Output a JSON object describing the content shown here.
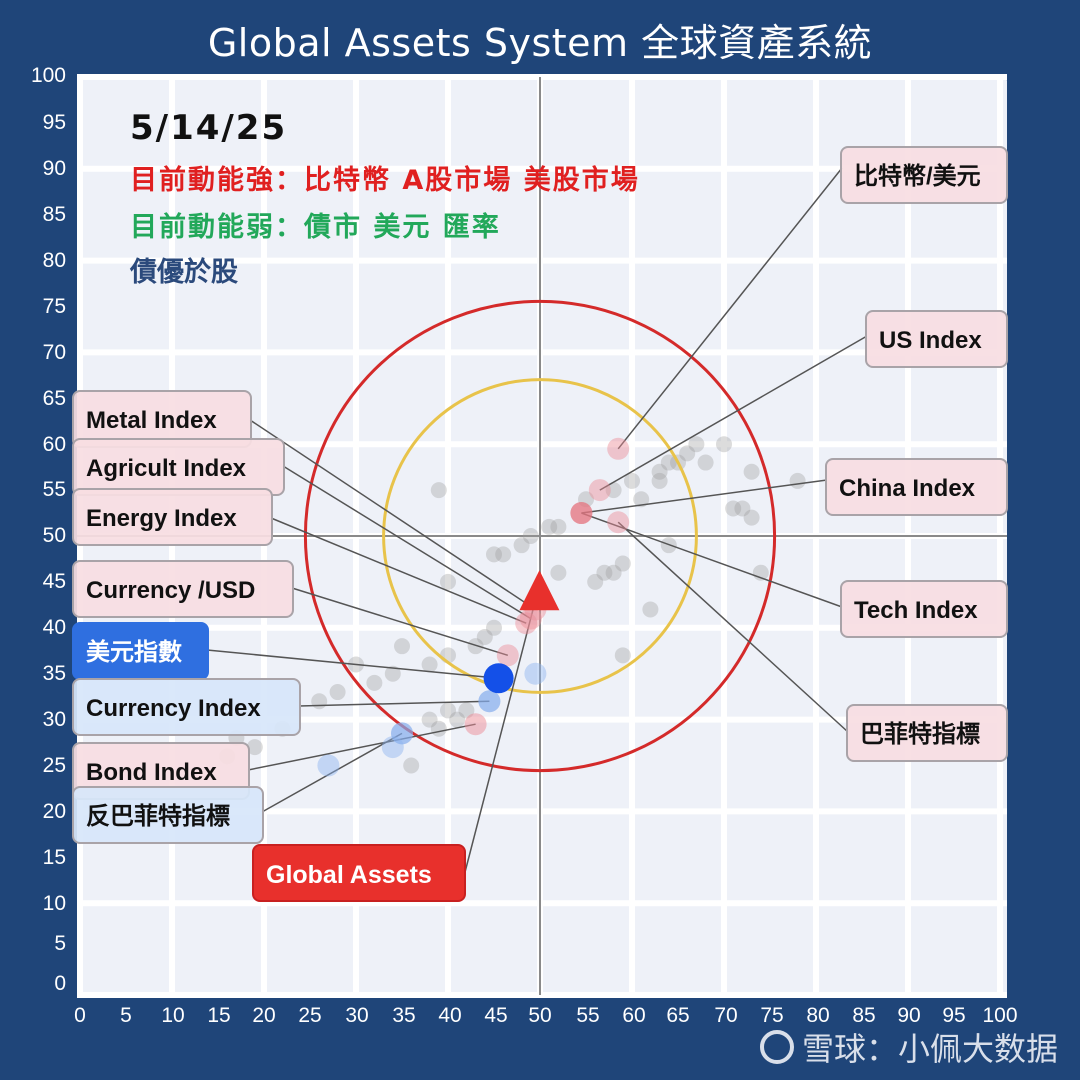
{
  "header": {
    "title": "Global Assets System 全球資產系統"
  },
  "annotations": {
    "date": "5/14/25",
    "strong_momentum": "目前動能強：比特幣 A股市場 美股市場",
    "weak_momentum": "目前動能弱：債市 美元 匯率",
    "conclusion": "債優於股"
  },
  "colors": {
    "background": "#1f4579",
    "plot_bg": "#eef1f8",
    "strong": "#e02020",
    "weak": "#22a85a",
    "note": "#2b4a7c",
    "outer_circle": "#d42a2a",
    "inner_circle": "#e8c34a",
    "global_assets": "#e8302c",
    "usd_index": "#1450e8"
  },
  "labels": {
    "btc_usd": "比特幣/美元",
    "us_index": "US Index",
    "china_index": "China Index",
    "tech_index": "Tech Index",
    "buffett_index": "巴菲特指標",
    "metal_index": "Metal Index",
    "agricult_index": "Agricult Index",
    "energy_index": "Energy Index",
    "currency_usd": "Currency /USD",
    "usd_index": "美元指數",
    "currency_index": "Currency Index",
    "bond_index": "Bond Index",
    "anti_buffett_index": "反巴菲特指標",
    "global_assets": "Global Assets"
  },
  "axes": {
    "y_ticks": [
      "100",
      "95",
      "90",
      "85",
      "80",
      "75",
      "70",
      "65",
      "60",
      "55",
      "50",
      "45",
      "40",
      "35",
      "30",
      "25",
      "20",
      "15",
      "10",
      "5",
      "0"
    ],
    "x_ticks": [
      "0",
      "5",
      "10",
      "15",
      "20",
      "25",
      "30",
      "35",
      "40",
      "45",
      "50",
      "55",
      "60",
      "65",
      "70",
      "75",
      "80",
      "85",
      "90",
      "95",
      "100"
    ]
  },
  "watermark": {
    "text": "雪球：小佩大数据"
  },
  "chart_data": {
    "type": "scatter",
    "title": "Global Assets System 全球資產系統",
    "xlabel": "",
    "ylabel": "",
    "xlim": [
      0,
      100
    ],
    "ylim": [
      0,
      100
    ],
    "grid": true,
    "reference_lines": {
      "x": 50,
      "y": 50
    },
    "circles": [
      {
        "name": "outer",
        "center": [
          50,
          50
        ],
        "radius": 25.5,
        "color": "#d42a2a"
      },
      {
        "name": "inner",
        "center": [
          50,
          50
        ],
        "radius": 17,
        "color": "#e8c34a"
      }
    ],
    "series": [
      {
        "name": "比特幣/美元",
        "x": 58.5,
        "y": 59.5,
        "group": "strong"
      },
      {
        "name": "US Index",
        "x": 56.5,
        "y": 55,
        "group": "strong"
      },
      {
        "name": "China Index",
        "x": 54.5,
        "y": 52.5,
        "group": "strong"
      },
      {
        "name": "Tech Index",
        "x": 54.5,
        "y": 52.5,
        "group": "strong"
      },
      {
        "name": "巴菲特指標",
        "x": 58.5,
        "y": 51.5,
        "group": "strong"
      },
      {
        "name": "Metal Index",
        "x": 49.5,
        "y": 42,
        "group": "commodity"
      },
      {
        "name": "Agricult Index",
        "x": 49,
        "y": 41,
        "group": "commodity"
      },
      {
        "name": "Energy Index",
        "x": 48.5,
        "y": 40.5,
        "group": "commodity"
      },
      {
        "name": "Currency /USD",
        "x": 46.5,
        "y": 37,
        "group": "currency"
      },
      {
        "name": "美元指數",
        "x": 45.5,
        "y": 34.5,
        "group": "weak"
      },
      {
        "name": "Currency Index",
        "x": 44.5,
        "y": 32,
        "group": "weak"
      },
      {
        "name": "Bond Index",
        "x": 43,
        "y": 29.5,
        "group": "weak"
      },
      {
        "name": "反巴菲特指標",
        "x": 35,
        "y": 28.5,
        "group": "weak"
      },
      {
        "name": "Global Assets",
        "x": 49.5,
        "y": 43,
        "marker": "triangle"
      }
    ],
    "background_points": [
      [
        16,
        26
      ],
      [
        17,
        28
      ],
      [
        19,
        27
      ],
      [
        22,
        29
      ],
      [
        26,
        32
      ],
      [
        28,
        33
      ],
      [
        30,
        36
      ],
      [
        32,
        34
      ],
      [
        34,
        35
      ],
      [
        35,
        38
      ],
      [
        36,
        25
      ],
      [
        38,
        30
      ],
      [
        38,
        36
      ],
      [
        39,
        29
      ],
      [
        40,
        31
      ],
      [
        40,
        37
      ],
      [
        41,
        30
      ],
      [
        42,
        31
      ],
      [
        43,
        38
      ],
      [
        44,
        39
      ],
      [
        45,
        40
      ],
      [
        40,
        45
      ],
      [
        45,
        48
      ],
      [
        46,
        48
      ],
      [
        48,
        49
      ],
      [
        49,
        50
      ],
      [
        51,
        51
      ],
      [
        52,
        51
      ],
      [
        52,
        46
      ],
      [
        55,
        54
      ],
      [
        56,
        45
      ],
      [
        57,
        46
      ],
      [
        58,
        46
      ],
      [
        58,
        55
      ],
      [
        59,
        47
      ],
      [
        60,
        56
      ],
      [
        61,
        54
      ],
      [
        63,
        57
      ],
      [
        63,
        56
      ],
      [
        64,
        58
      ],
      [
        65,
        58
      ],
      [
        66,
        59
      ],
      [
        67,
        60
      ],
      [
        68,
        58
      ],
      [
        70,
        60
      ],
      [
        71,
        53
      ],
      [
        72,
        53
      ],
      [
        73,
        52
      ],
      [
        73,
        57
      ],
      [
        74,
        46
      ],
      [
        78,
        56
      ],
      [
        59,
        37
      ],
      [
        62,
        42
      ],
      [
        64,
        49
      ],
      [
        39,
        55
      ]
    ],
    "dark_blue_point": {
      "name": "美元指數",
      "x": 45.5,
      "y": 34.5
    },
    "light_blue_points": [
      [
        44.5,
        32
      ],
      [
        35,
        28.5
      ],
      [
        34,
        27
      ],
      [
        27,
        25
      ],
      [
        49.5,
        35
      ]
    ]
  }
}
